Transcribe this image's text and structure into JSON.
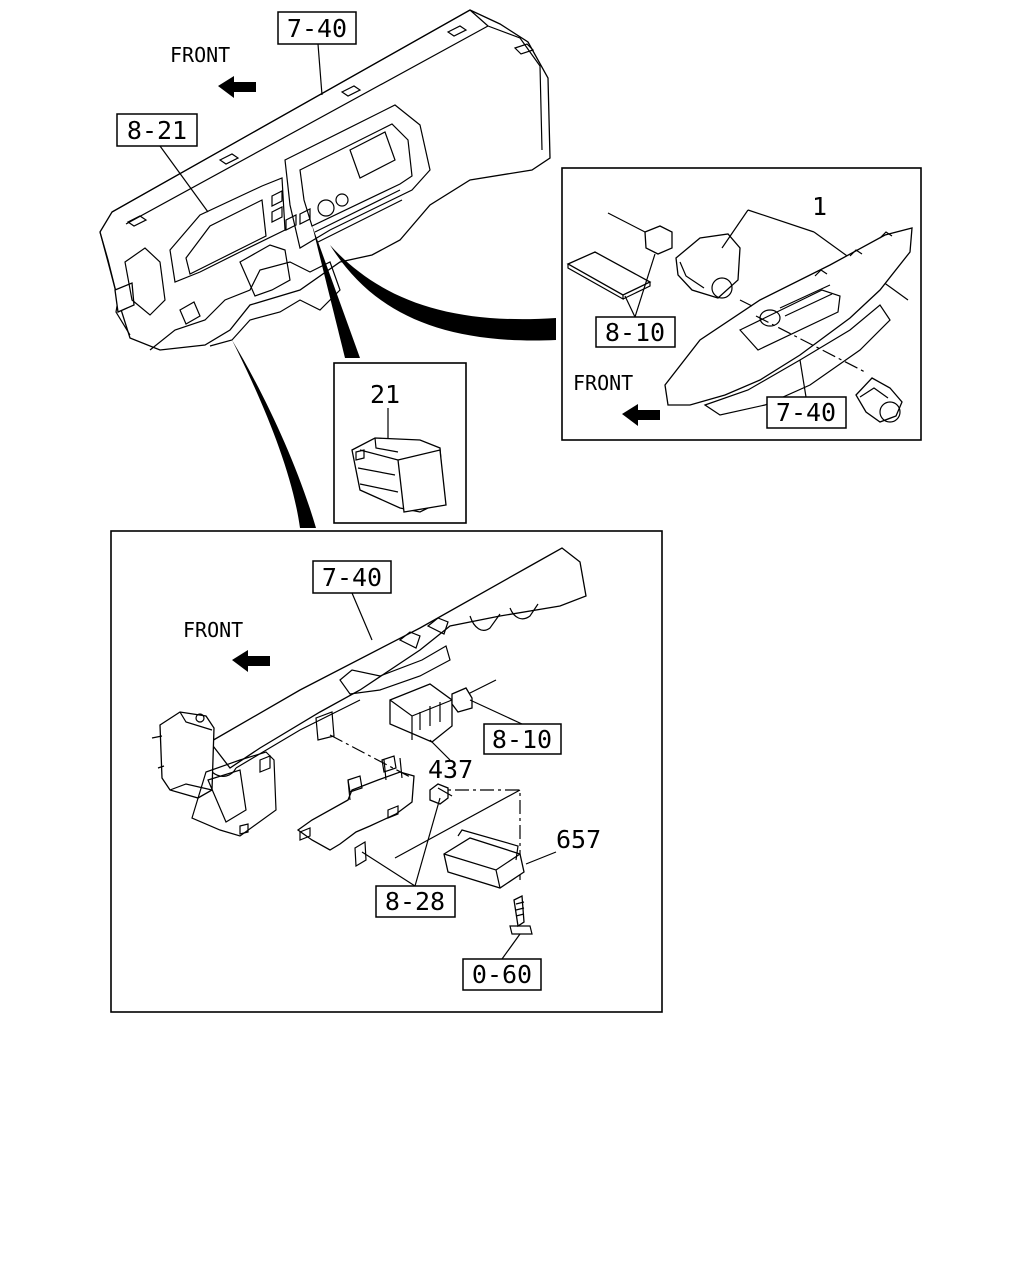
{
  "labels": {
    "front_top": "FRONT",
    "front_right_inset": "FRONT",
    "front_bottom_inset": "FRONT",
    "ref_7_40_top": "7-40",
    "ref_8_21": "8-21",
    "ref_8_10_right": "8-10",
    "ref_7_40_right": "7-40",
    "ref_7_40_bottom": "7-40",
    "ref_8_10_bottom": "8-10",
    "ref_8_28": "8-28",
    "ref_0_60": "0-60",
    "part_1": "1",
    "part_21": "21",
    "part_437": "437",
    "part_657": "657"
  }
}
